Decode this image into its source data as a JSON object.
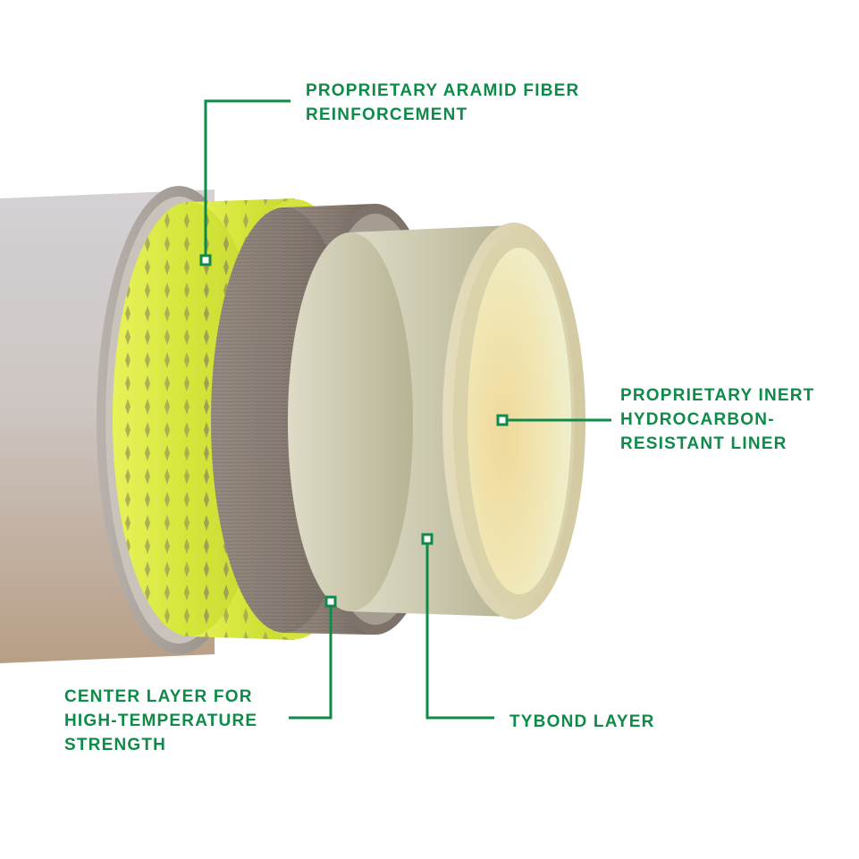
{
  "diagram": {
    "colors": {
      "accent": "#0e8a49",
      "outer_jacket": "#cfc8c1",
      "aramid_fiber": "#dfee4a",
      "center_layer": "#8a7f77",
      "tybond_layer": "#c9c8a6",
      "liner": "#ece3b8"
    },
    "labels": {
      "aramid": [
        "PROPRIETARY ARAMID FIBER",
        "REINFORCEMENT"
      ],
      "liner": [
        "PROPRIETARY INERT",
        "HYDROCARBON-",
        "RESISTANT LINER"
      ],
      "center": [
        "CENTER LAYER FOR",
        "HIGH-TEMPERATURE",
        "STRENGTH"
      ],
      "tybond": [
        "TYBOND LAYER"
      ]
    }
  }
}
